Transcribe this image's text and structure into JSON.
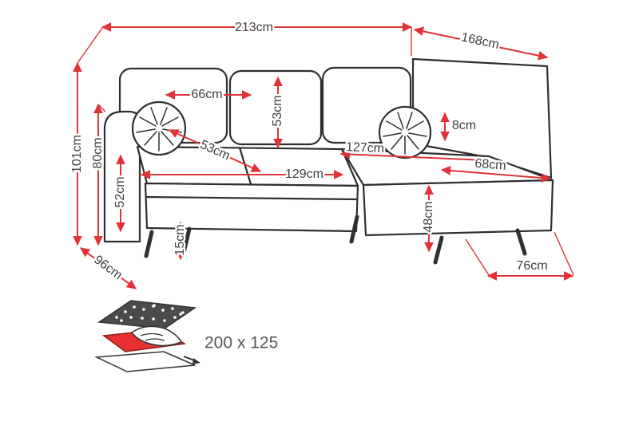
{
  "diagram": {
    "type": "product-dimension-drawing",
    "subject": "corner sofa with chaise",
    "colors": {
      "dimension_line": "#e03338",
      "outline": "#2f2f2f",
      "label": "#3e3e3e",
      "mattress_red": "#e8312f",
      "icon_dark": "#4b4b4b"
    },
    "icons": {
      "sofa_bed_icon": "fold-out sleeping function pictogram"
    }
  },
  "dimensions": {
    "total_width": "213cm",
    "total_depth_right": "168cm",
    "total_height": "101cm",
    "backrest_height": "80cm",
    "back_cushion_width": "66cm",
    "back_cushion_height": "53cm",
    "seat_depth_diagonal": "53cm",
    "armrest_height": "52cm",
    "seat_length": "129cm",
    "chaise_length": "127cm",
    "chaise_width": "68cm",
    "bolster_clearance": "8cm",
    "chaise_seat_height": "48cm",
    "leg_height": "15cm",
    "side_depth": "96cm",
    "chaise_end_width": "76cm"
  },
  "bed": {
    "sleeping_area": "200 x 125"
  }
}
